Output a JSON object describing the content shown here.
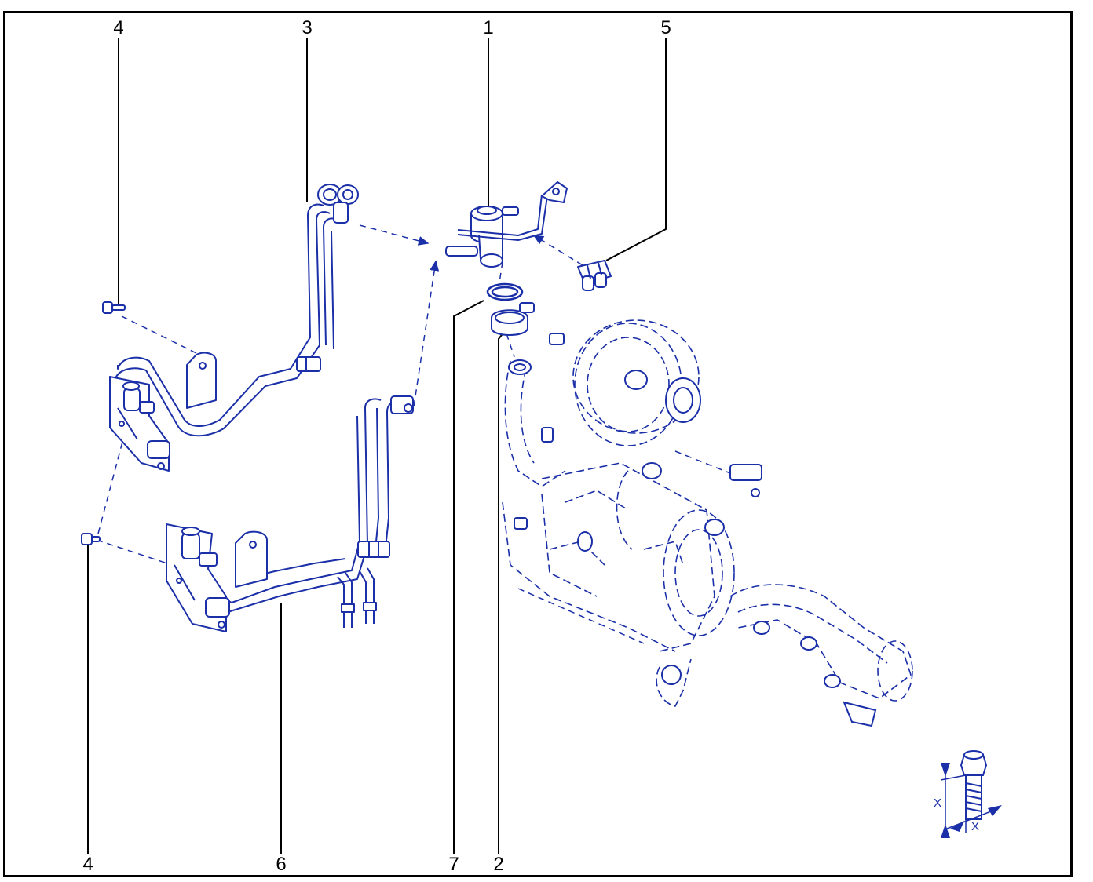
{
  "colors": {
    "line_art": "#1a2fa8",
    "leader": "#000000",
    "frame": "#000000",
    "background": "#ffffff"
  },
  "callouts": {
    "top_4": "4",
    "top_3": "3",
    "top_1": "1",
    "top_5": "5",
    "bottom_4": "4",
    "bottom_6": "6",
    "bottom_7": "7",
    "bottom_2": "2"
  },
  "dimension_symbol": {
    "height_label": "X",
    "width_label": "X",
    "icon": "bolt-dimension-icon"
  }
}
